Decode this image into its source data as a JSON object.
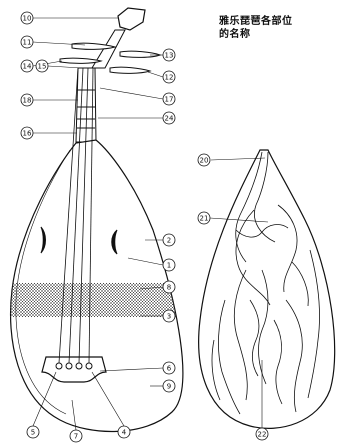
{
  "title": {
    "line1": "雅乐琵琶各部位",
    "line2": "的名称"
  },
  "callouts": [
    {
      "id": "c10",
      "label": "10"
    },
    {
      "id": "c11",
      "label": "11"
    },
    {
      "id": "c13",
      "label": "13"
    },
    {
      "id": "c14",
      "label": "14"
    },
    {
      "id": "c15",
      "label": "15"
    },
    {
      "id": "c12",
      "label": "12"
    },
    {
      "id": "c17",
      "label": "17"
    },
    {
      "id": "c18",
      "label": "18"
    },
    {
      "id": "c16",
      "label": "16"
    },
    {
      "id": "c24",
      "label": "24"
    },
    {
      "id": "c2",
      "label": "2"
    },
    {
      "id": "c1",
      "label": "1"
    },
    {
      "id": "c8",
      "label": "8"
    },
    {
      "id": "c3",
      "label": "3"
    },
    {
      "id": "c6",
      "label": "6"
    },
    {
      "id": "c9",
      "label": "9"
    },
    {
      "id": "c5",
      "label": "5"
    },
    {
      "id": "c7",
      "label": "7"
    },
    {
      "id": "c4",
      "label": "4"
    },
    {
      "id": "c20",
      "label": "20"
    },
    {
      "id": "c21",
      "label": "21"
    },
    {
      "id": "c22",
      "label": "22"
    }
  ]
}
